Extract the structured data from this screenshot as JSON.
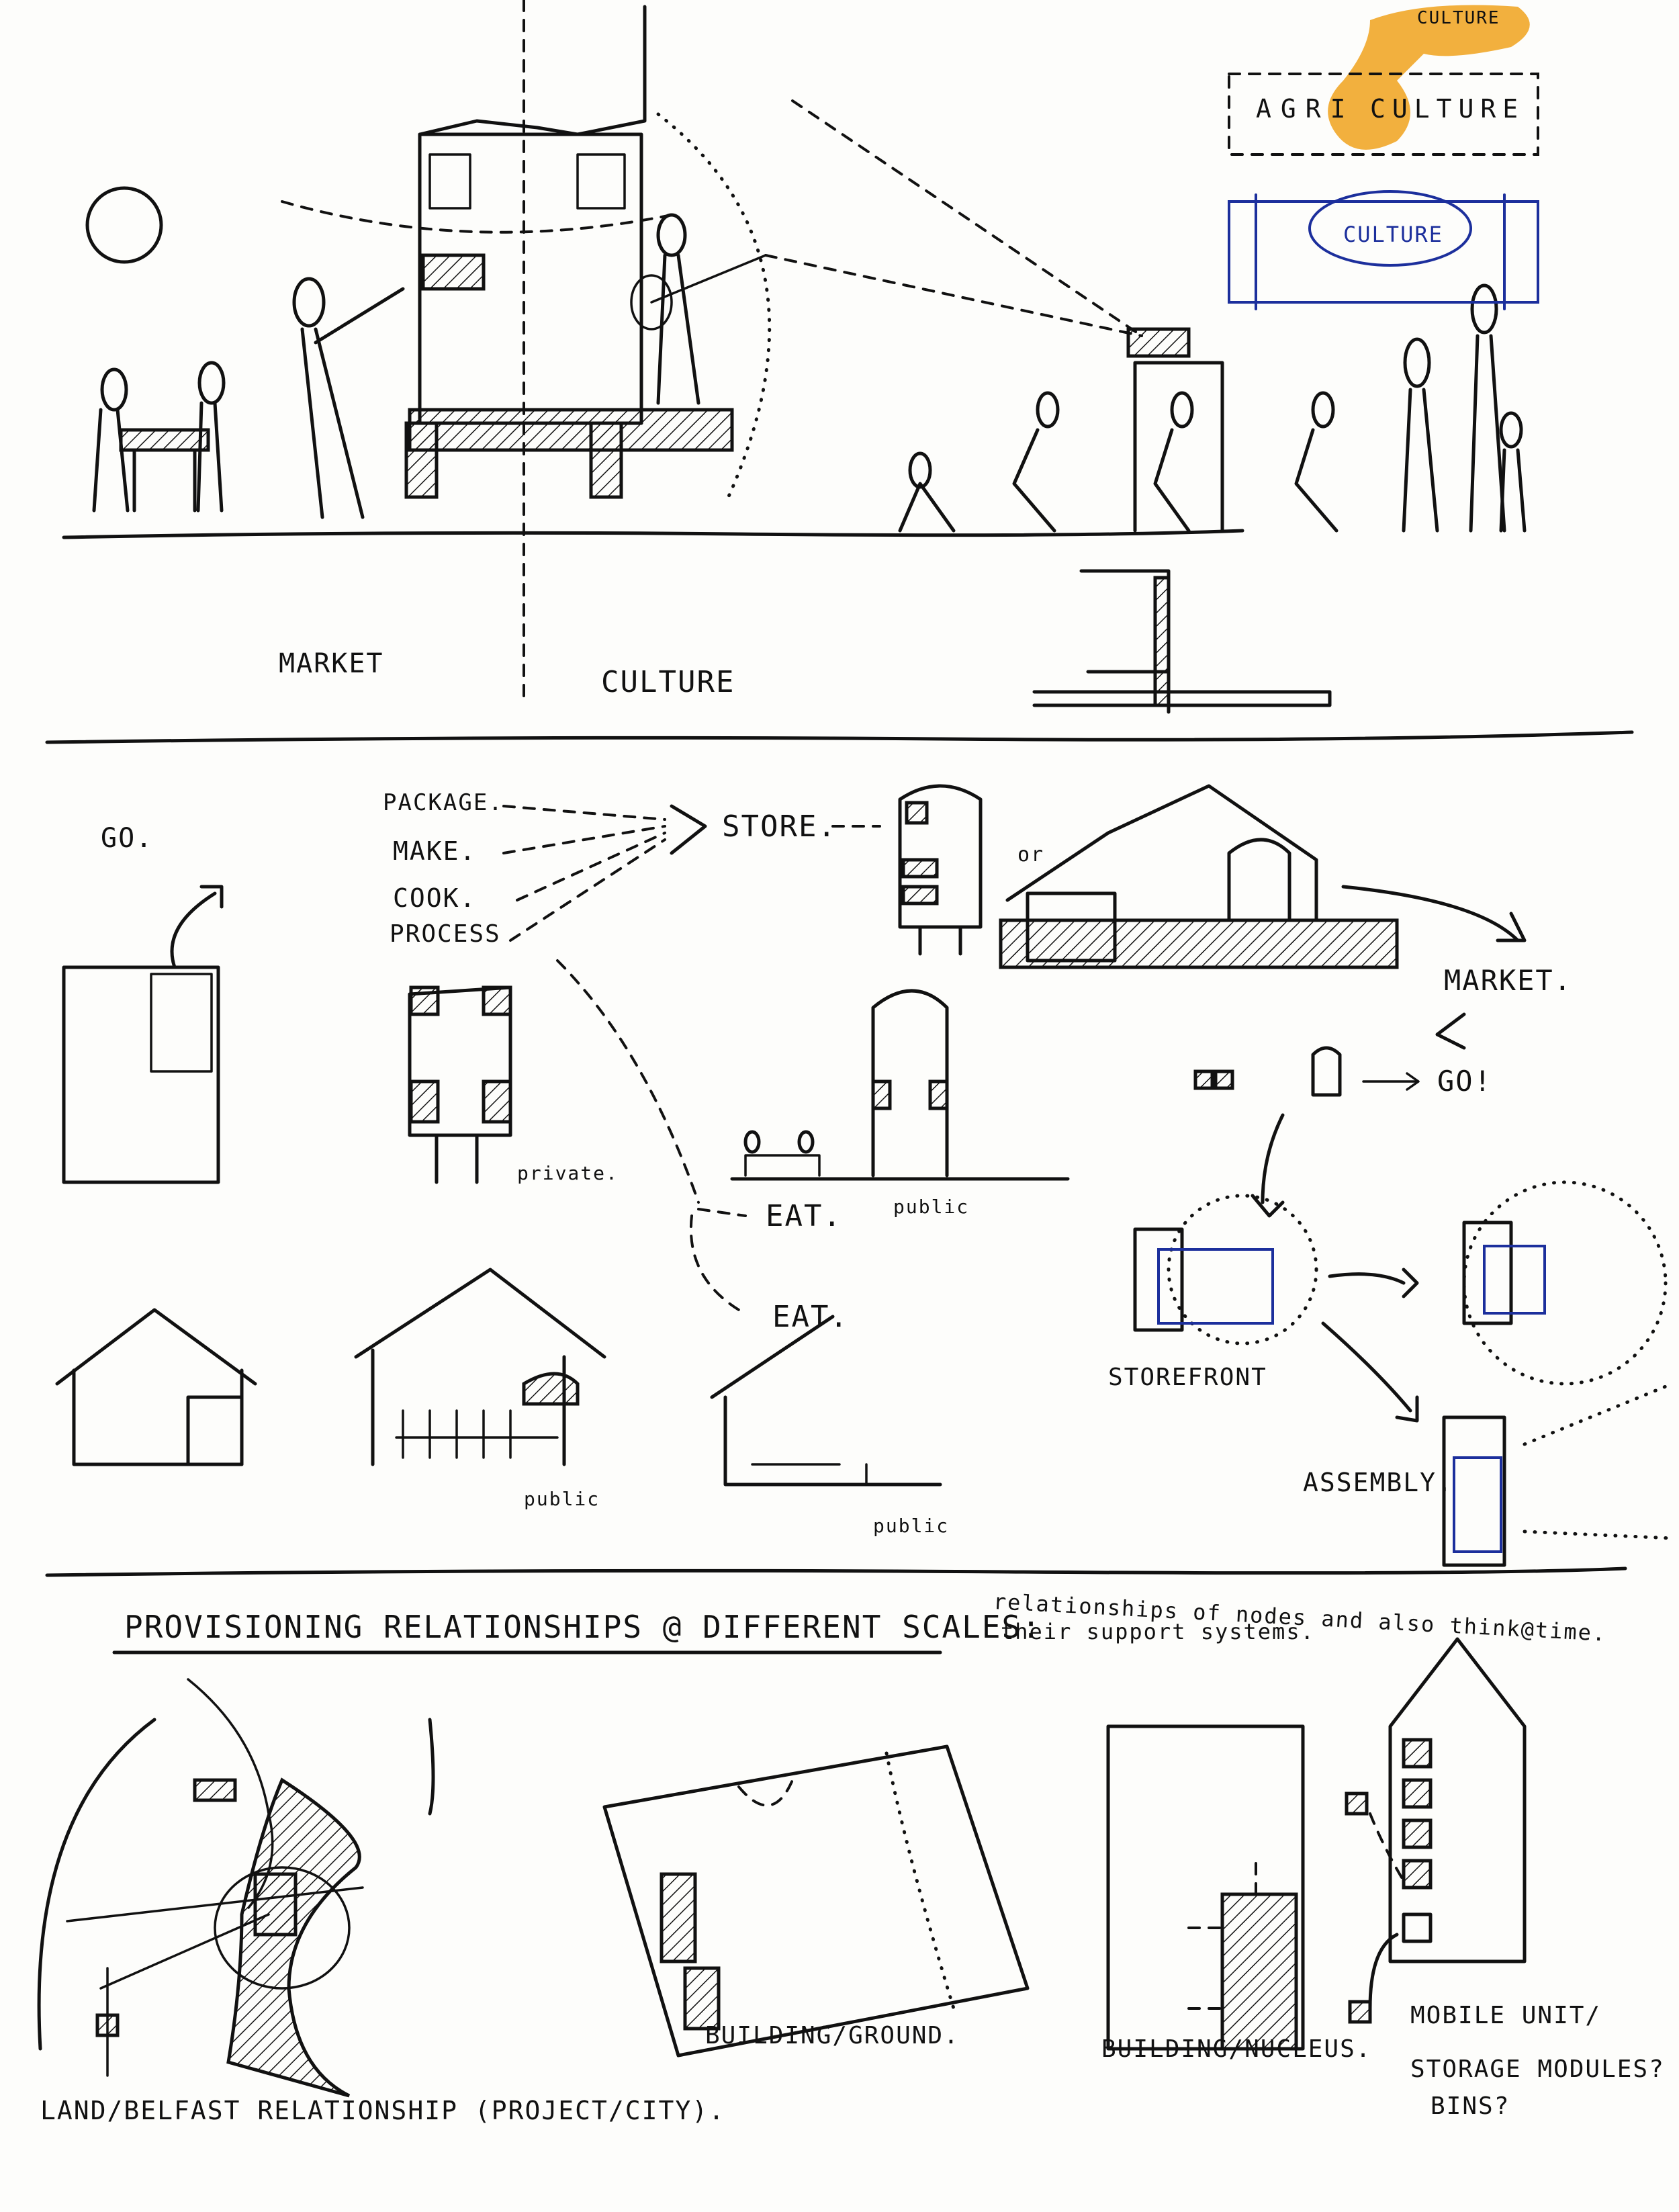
{
  "section_top": {
    "label_market": "MARKET",
    "label_culture": "CULTURE",
    "logo_word_left": "AGRI",
    "logo_word_right": "CULTURE",
    "logo_highlight": "CULTURE",
    "logo_blue_word": "CULTURE"
  },
  "section_middle": {
    "go": "GO.",
    "package": "PACKAGE.",
    "make": "MAKE.",
    "cook": "COOK.",
    "process": "PROCESS",
    "store": "STORE.",
    "or": "or",
    "market": "MARKET.",
    "go_excl": "GO!",
    "private": "private.",
    "eat1": "EAT.",
    "public1": "public",
    "eat2": "EAT.",
    "public2": "public",
    "public3": "public",
    "storefront": "STOREFRONT",
    "assembly": "ASSEMBLY."
  },
  "section_bottom": {
    "heading": "PROVISIONING RELATIONSHIPS @ DIFFERENT SCALES:",
    "note_line1": "relationships of nodes and also think@time.",
    "note_line2": "their support systems.",
    "label_land": "LAND/BELFAST RELATIONSHIP (PROJECT/CITY).",
    "label_building_ground": "BUILDING/GROUND.",
    "label_building_nucleus": "BUILDING/NUCLEUS.",
    "label_mobile": "MOBILE UNIT/",
    "label_storage": "STORAGE MODULES?",
    "label_bins": "BINS?"
  },
  "colors": {
    "ink": "#111111",
    "highlight": "#f0a21c",
    "blue_pen": "#1c2f9c"
  }
}
